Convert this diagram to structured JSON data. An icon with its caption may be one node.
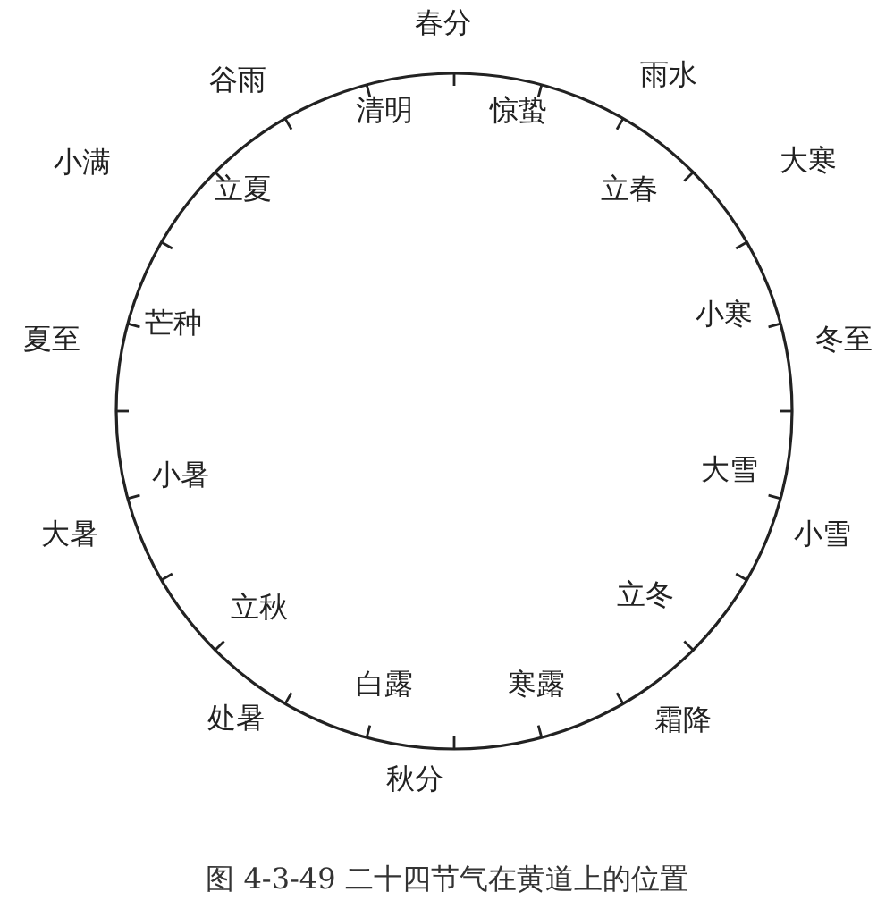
{
  "diagram": {
    "caption": "图 4-3-49 二十四节气在黄道上的位置",
    "labels": [
      "春分",
      "谷雨",
      "雨水",
      "清明",
      "惊蛰",
      "小满",
      "大寒",
      "立夏",
      "立春",
      "芒种",
      "小寒",
      "夏至",
      "冬至",
      "小暑",
      "大雪",
      "大暑",
      "小雪",
      "立秋",
      "立冬",
      "白露",
      "寒露",
      "处暑",
      "霜降",
      "秋分"
    ]
  }
}
